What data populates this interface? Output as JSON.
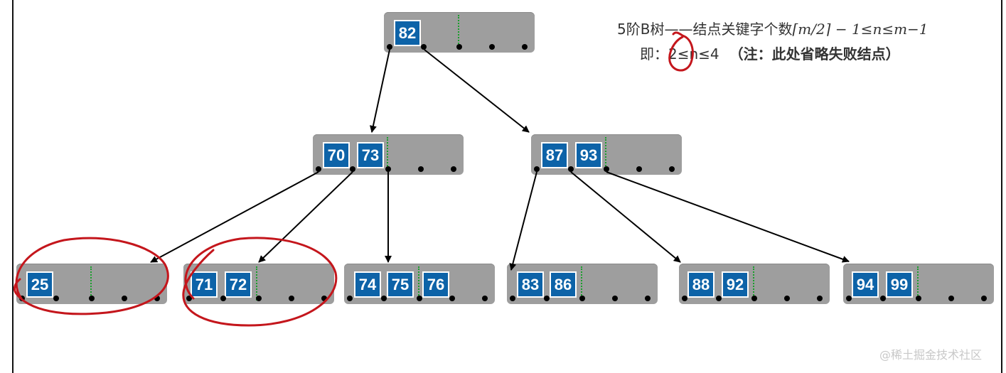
{
  "title": {
    "prefix": "5阶B树——结点关键字个数",
    "formula": "⌈m/2⌉ − 1≤n≤m−1",
    "line2_prefix": "即：",
    "line2_range": "2≤n≤4",
    "line2_note": "（注：此处省略失败结点）"
  },
  "tree": {
    "root": {
      "keys": [
        "82"
      ]
    },
    "level1": [
      {
        "keys": [
          "70",
          "73"
        ]
      },
      {
        "keys": [
          "87",
          "93"
        ]
      }
    ],
    "leaves": [
      {
        "keys": [
          "25"
        ]
      },
      {
        "keys": [
          "71",
          "72"
        ]
      },
      {
        "keys": [
          "74",
          "75",
          "76"
        ]
      },
      {
        "keys": [
          "83",
          "86"
        ]
      },
      {
        "keys": [
          "88",
          "92"
        ]
      },
      {
        "keys": [
          "94",
          "99"
        ]
      }
    ]
  },
  "annotations": {
    "circled_leaves": [
      "25",
      "71 72"
    ],
    "circled_text": "2",
    "mark_color": "#c4161c"
  },
  "colors": {
    "node_fill": "#9e9e9e",
    "key_fill": "#0d63a8",
    "divider": "#1a9e2c",
    "arrow": "#000000"
  },
  "watermark": "@稀土掘金技术社区"
}
